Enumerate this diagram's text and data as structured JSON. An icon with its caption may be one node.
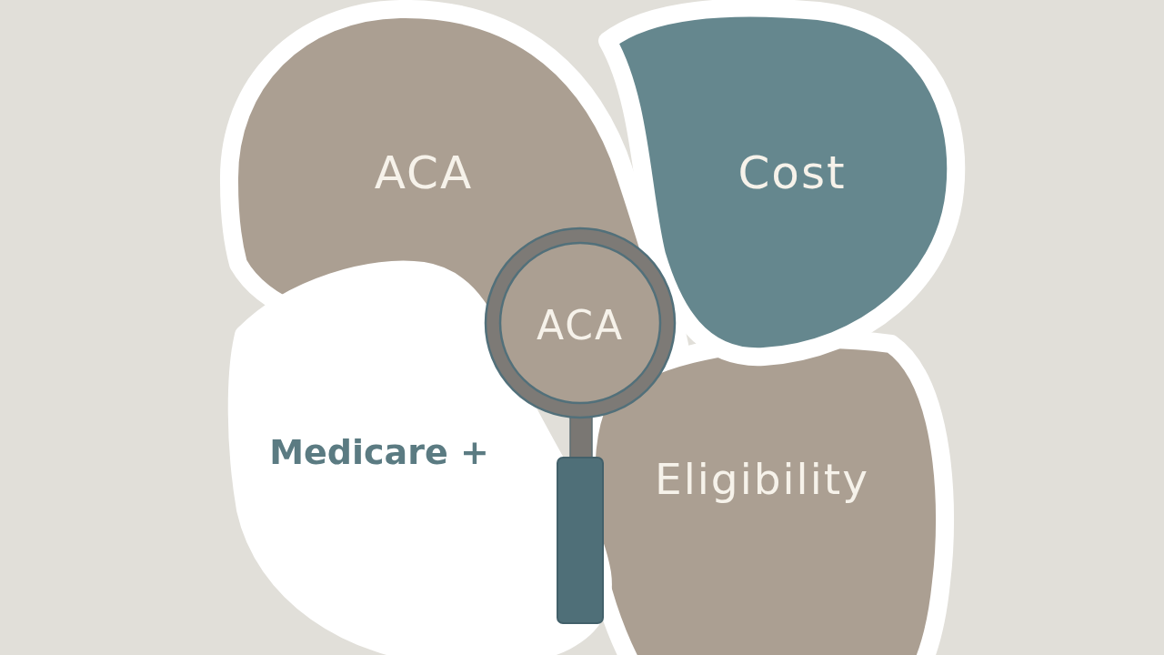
{
  "diagram": {
    "nodes": [
      {
        "text": [
          "ACA"
        ]
      },
      {
        "text": [
          "Cost"
        ]
      },
      {
        "text": [
          "ACA"
        ]
      },
      {
        "text": [
          "Medicare +"
        ]
      },
      {
        "text": [
          "Eligibility"
        ]
      }
    ]
  }
}
